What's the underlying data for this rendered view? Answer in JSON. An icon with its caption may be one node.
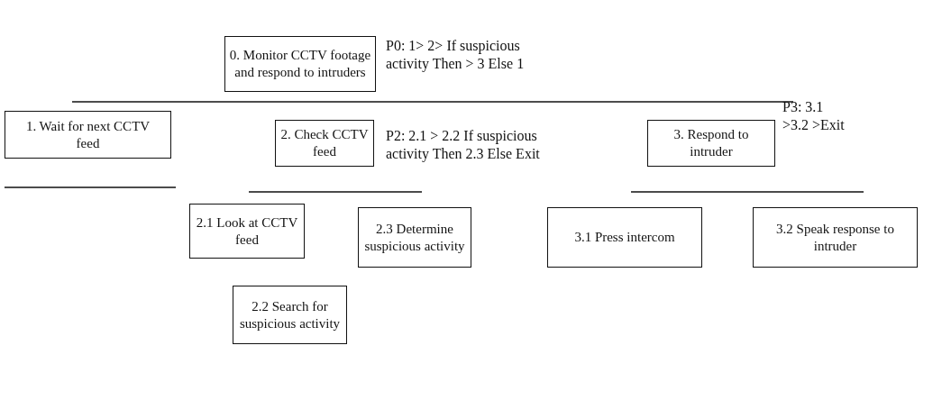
{
  "diagram": {
    "nodes": [
      {
        "text": [
          "0. Monitor CCTV footage and respond to intruders"
        ],
        "beside": [
          "P0: 1> 2> If suspicious activity Then > 3 Else 1"
        ]
      },
      {
        "text": [
          "1. Wait for next CCTV feed"
        ]
      },
      {
        "text": [
          "2. Check CCTV feed"
        ],
        "beside": [
          "P2: 2.1 > 2.2 If suspicious activity Then 2.3 Else Exit"
        ]
      },
      {
        "text": [
          "3. Respond to intruder"
        ],
        "beside": [
          "P3: 3.1 >3.2 >Exit"
        ]
      },
      {
        "text": [
          "2.1 Look at CCTV feed"
        ]
      },
      {
        "text": [
          "2.3 Determine suspicious activity"
        ]
      },
      {
        "text": [
          "3.1 Press intercom"
        ]
      },
      {
        "text": [
          "3.2 Speak response to intruder"
        ]
      },
      {
        "text": [
          "2.2 Search for suspicious activity"
        ]
      }
    ]
  }
}
